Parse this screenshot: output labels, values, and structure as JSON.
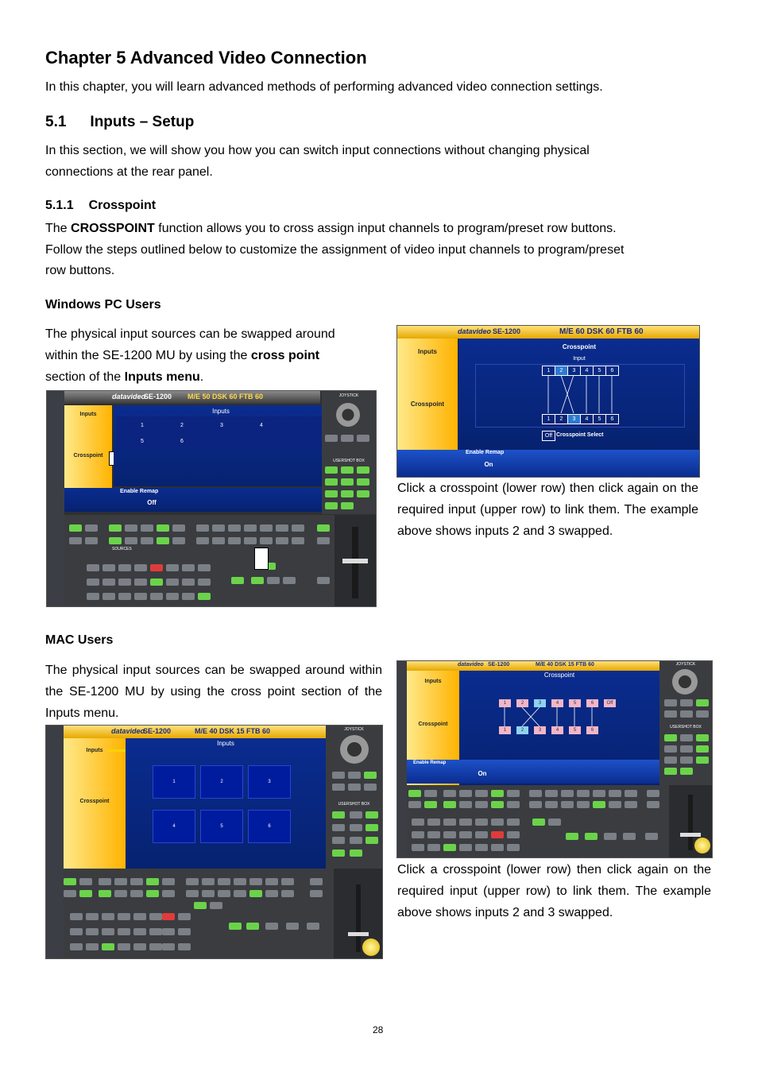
{
  "chapter": {
    "title": "Chapter 5  Advanced Video Connection",
    "intro": "In this chapter, you will learn advanced methods of performing advanced video connection settings."
  },
  "section": {
    "number": "5.1",
    "title": "Inputs – Setup",
    "line1": "In this section, we will show you how you can switch input connections without changing physical",
    "line2": "connections at the rear panel."
  },
  "subsection": {
    "number": "5.1.1",
    "title": "Crosspoint",
    "p1_pre": "The ",
    "p1_bold": "CROSSPOINT",
    "p1_post": " function allows you to cross assign input channels to program/preset row buttons.",
    "p2": "Follow the steps outlined below to customize the assignment of video input channels to program/preset",
    "p3": "row buttons."
  },
  "windows": {
    "heading": "Windows PC Users",
    "t1": "The physical input sources can be swapped around",
    "t2_pre": "within the SE-1200 MU by using the ",
    "t2_bold": "cross point",
    "t3_pre": "section of the ",
    "t3_bold": "Inputs menu",
    "t3_post": ".",
    "caption": "Click a crosspoint (lower row) then click again on the required input (upper row) to link them. The example above shows inputs 2 and 3 swapped."
  },
  "mac": {
    "heading": "MAC Users",
    "text": "The physical input sources can be swapped around within the SE-1200 MU by using the cross point section of the Inputs menu.",
    "caption": "Click a crosspoint (lower row) then click again on the required input (upper row) to link them. The example above shows inputs 2 and 3 swapped."
  },
  "shots": {
    "logo": "datavideo",
    "model": "SE-1200",
    "win_status": "M/E  50  DSK  60  FTB  60",
    "zoom_status": "M/E   60   DSK   60   FTB   60",
    "mac_status": "M/E 40  DSK 15  FTB 60",
    "inputs_tab": "Inputs",
    "crosspoint_tab": "Crosspoint",
    "panel_inputs": "Inputs",
    "panel_crosspoint": "Crosspoint",
    "panel_input": "Input",
    "enable_remap": "Enable Remap",
    "off": "Off",
    "on": "On",
    "crosspoint_select": "Crosspoint Select",
    "joystick": "JOYSTICK",
    "usershot": "USERSHOT BOX",
    "sources": "SOURCES",
    "win_inputs": [
      "1",
      "2",
      "3",
      "4",
      "5",
      "6"
    ],
    "zoom_top": [
      "1",
      "2",
      "3",
      "4",
      "5",
      "6"
    ],
    "zoom_bottom": [
      "1",
      "2",
      "3",
      "4",
      "5",
      "6"
    ],
    "mac_top": [
      "1",
      "2",
      "3",
      "4",
      "5",
      "6",
      "Off"
    ],
    "mac_bottom": [
      "1",
      "2",
      "3",
      "4",
      "5",
      "6"
    ],
    "mac_tiles": [
      "1",
      "2",
      "3",
      "4",
      "5",
      "6"
    ]
  },
  "page_number": "28"
}
